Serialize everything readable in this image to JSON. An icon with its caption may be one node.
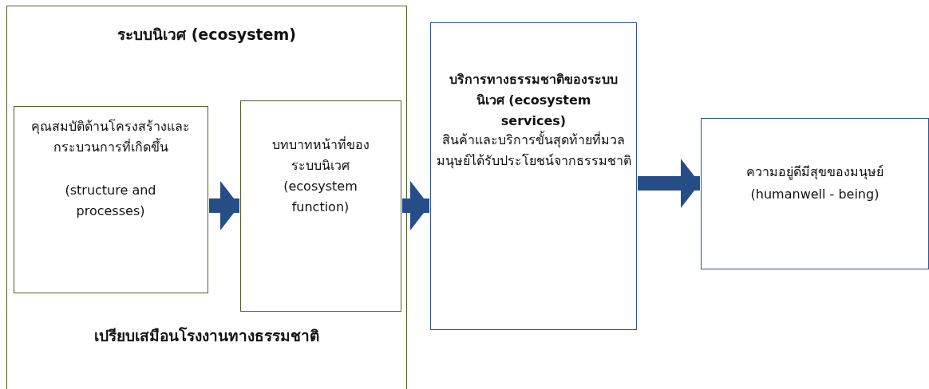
{
  "diagram": {
    "nodes": [
      {
        "text": [
          "ระบบนิเวศ (ecosystem)",
          "เปรียบเสมือนโรงงานทางธรรมชาติ"
        ]
      },
      {
        "text": [
          "คุณสมบัติด้านโครงสร้างและกระบวนการที่เกิดขึ้น",
          "(structure and processes)"
        ],
        "in": 0
      },
      {
        "text": [
          "บทบาทหน้าที่ของระบบนิเวศ",
          "(ecosystem function)"
        ],
        "in": 0
      },
      {
        "text": [
          "บริการทางธรรมชาติของระบบนิเวศ (ecosystem services)",
          "สินค้าและบริการขั้นสุดท้ายที่มวลมนุษย์ได้รับประโยชน์จากธรรมชาติ"
        ]
      },
      {
        "text": [
          "ความอยู่ดีมีสุขของมนุษย์",
          "(humanwell - being)"
        ]
      }
    ],
    "edges": [
      {
        "from": 1,
        "to": 2,
        "arrow": "to"
      },
      {
        "from": 2,
        "to": 3,
        "arrow": "to"
      },
      {
        "from": 3,
        "to": 4,
        "arrow": "to"
      }
    ]
  }
}
